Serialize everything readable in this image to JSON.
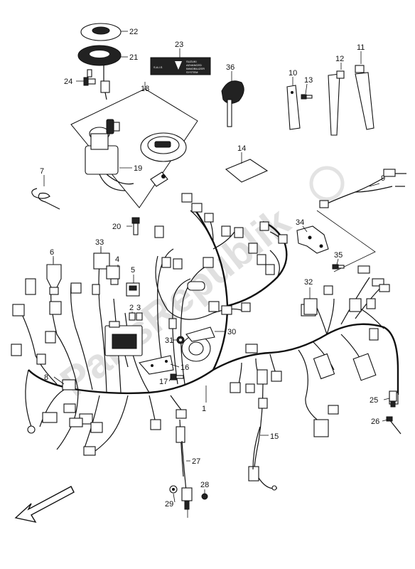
{
  "watermark": "PartsRepublik",
  "decal_text": {
    "left": "S.A.I.S",
    "lines": [
      "SUZUKI",
      "ADVANCED",
      "IMMOBILIZER",
      "SYSTEM"
    ]
  },
  "callouts": {
    "c1": "1",
    "c2": "2",
    "c3": "3",
    "c4": "4",
    "c5": "5",
    "c6": "6",
    "c7": "7",
    "c8": "8",
    "c9": "9",
    "c10": "10",
    "c11": "11",
    "c12": "12",
    "c13": "13",
    "c14": "14",
    "c15": "15",
    "c16": "16",
    "c17": "17",
    "c18": "18",
    "c19": "19",
    "c20": "20",
    "c21": "21",
    "c22": "22",
    "c23": "23",
    "c24": "24",
    "c25": "25",
    "c26": "26",
    "c27": "27",
    "c28": "28",
    "c29": "29",
    "c30": "30",
    "c31": "31",
    "c32": "32",
    "c33": "33",
    "c34": "34",
    "c35": "35",
    "c36": "36"
  }
}
